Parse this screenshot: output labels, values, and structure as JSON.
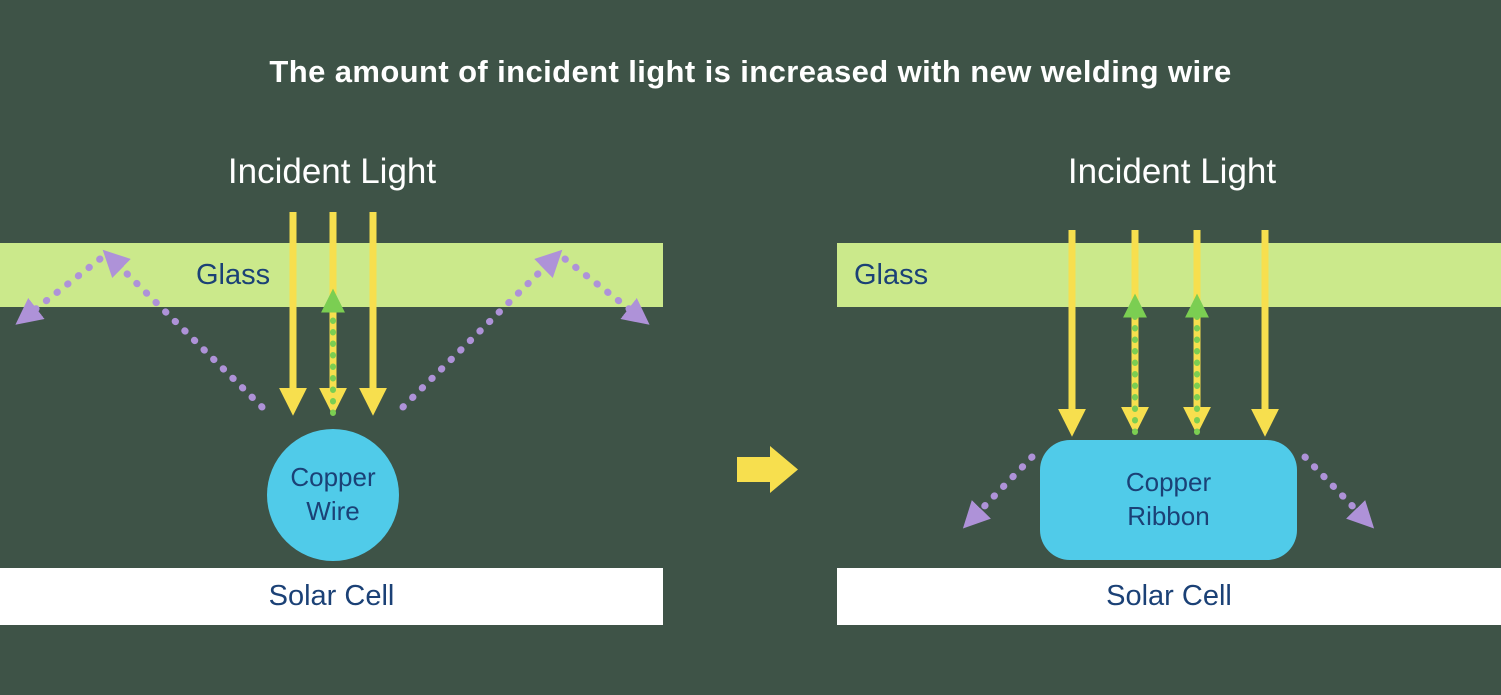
{
  "title": "The amount of incident light is increased with new welding wire",
  "colors": {
    "background": "#3e5347",
    "glass": "#cbe98b",
    "yellow": "#f7df4e",
    "purple": "#ae92d8",
    "green": "#7bce52",
    "blue": "#50cbe9",
    "navy": "#1b4176",
    "white": "#ffffff"
  },
  "left_panel": {
    "incident_light": "Incident Light",
    "glass": "Glass",
    "conductor": "Copper Wire",
    "solar_cell": "Solar Cell"
  },
  "right_panel": {
    "incident_light": "Incident Light",
    "glass": "Glass",
    "conductor": "Copper Ribbon",
    "solar_cell": "Solar Cell"
  }
}
